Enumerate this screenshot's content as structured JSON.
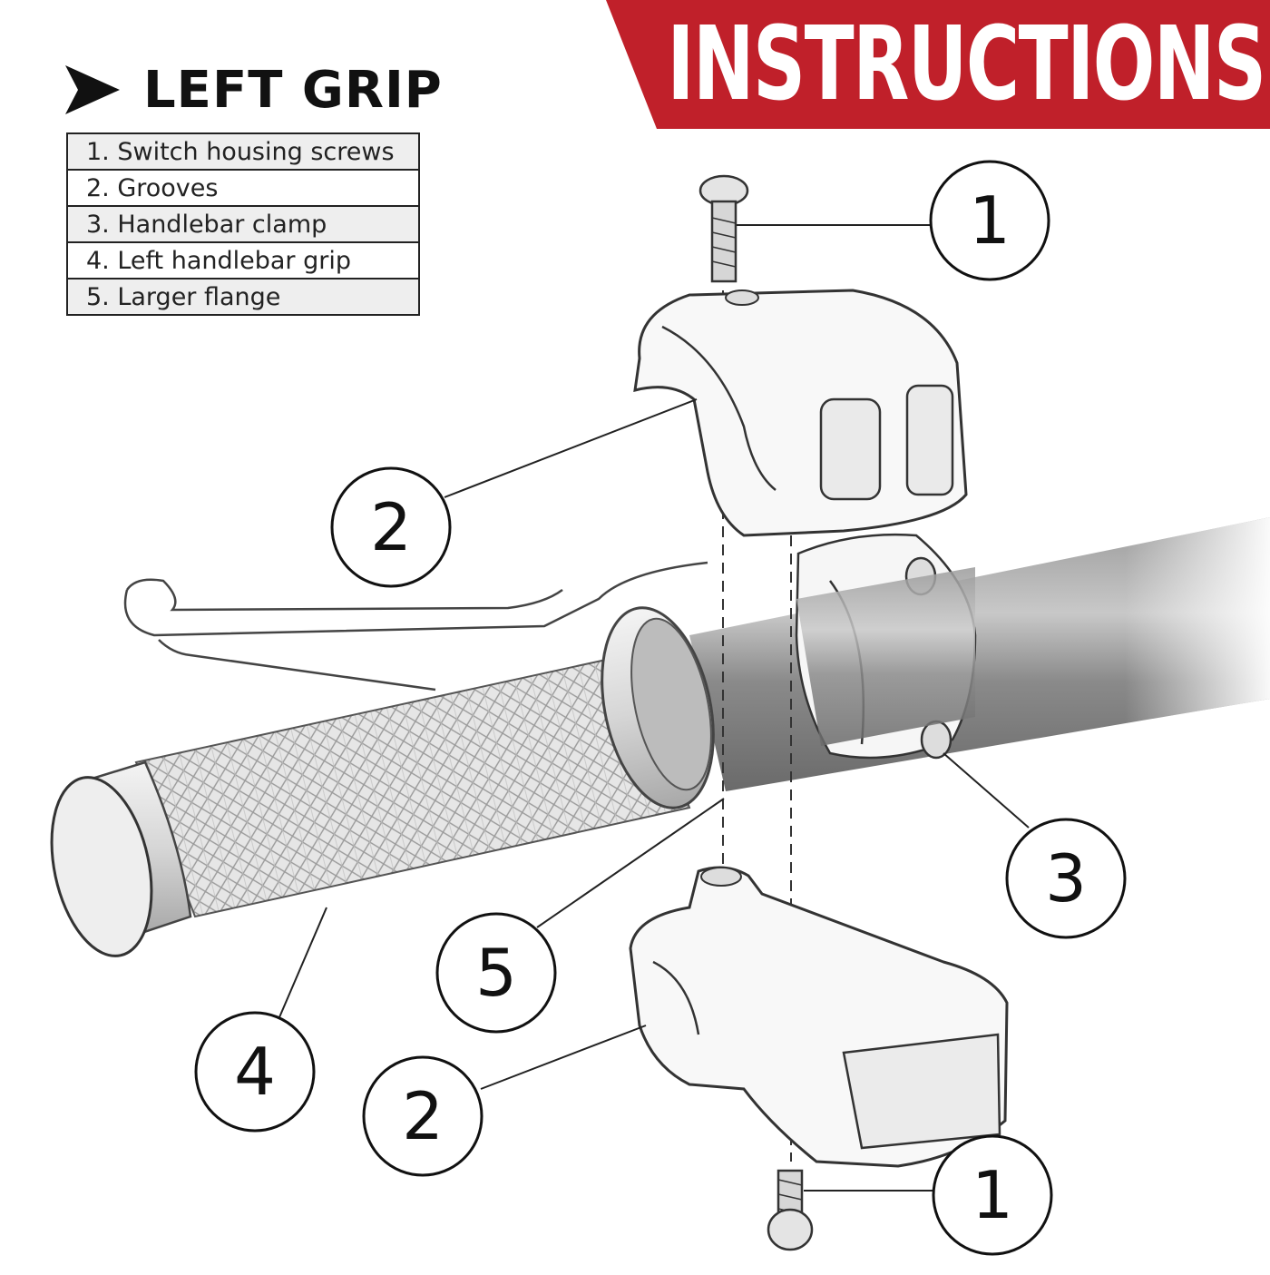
{
  "banner": {
    "title": "INSTRUCTIONS",
    "color": "#c0202a"
  },
  "heading": {
    "text": "LEFT GRIP"
  },
  "legend": {
    "items": [
      {
        "label": "1. Switch housing screws"
      },
      {
        "label": "2. Grooves"
      },
      {
        "label": "3. Handlebar clamp"
      },
      {
        "label": "4. Left handlebar grip"
      },
      {
        "label": "5. Larger flange"
      }
    ]
  },
  "callouts": {
    "screw_top": "1",
    "groove_top": "2",
    "clamp": "3",
    "grip": "4",
    "flange": "5",
    "groove_bottom": "2",
    "screw_bottom": "1"
  }
}
